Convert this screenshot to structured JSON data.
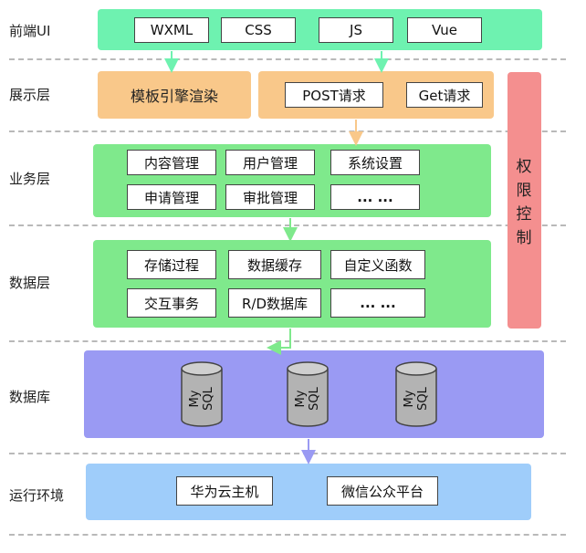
{
  "layers": {
    "frontend": {
      "label": "前端UI",
      "items": [
        "WXML",
        "CSS",
        "JS",
        "Vue"
      ]
    },
    "presentation": {
      "label": "展示层",
      "engine": "模板引擎渲染",
      "requests": [
        "POST请求",
        "Get请求"
      ]
    },
    "business": {
      "label": "业务层",
      "items": [
        "内容管理",
        "用户管理",
        "系统设置",
        "申请管理",
        "审批管理",
        "... ..."
      ]
    },
    "data": {
      "label": "数据层",
      "items": [
        "存储过程",
        "数据缓存",
        "自定义函数",
        "交互事务",
        "R/D数据库",
        "... ..."
      ]
    },
    "database": {
      "label": "数据库",
      "db_top": "My",
      "db_bottom": "SQL"
    },
    "runtime": {
      "label": "运行环境",
      "items": [
        "华为云主机",
        "微信公众平台"
      ]
    }
  },
  "access_control": {
    "chars": [
      "权",
      "限",
      "控",
      "制"
    ]
  },
  "colors": {
    "frontend": "#6ef2b0",
    "presentation": "#f9c88a",
    "business_data": "#7fe98c",
    "database": "#9a9af3",
    "runtime": "#9fcdfa",
    "access_control": "#f48f8f",
    "arrow_green": "#6ef2b0",
    "arrow_orange": "#f9c88a",
    "arrow_blue": "#9a9af3"
  }
}
